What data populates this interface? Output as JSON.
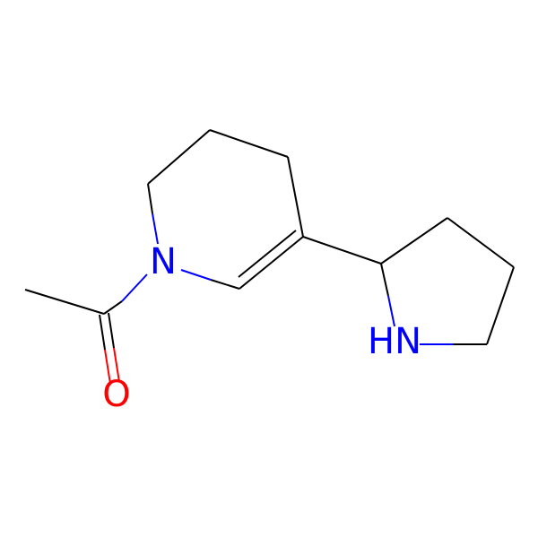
{
  "colors": {
    "background": "#FFFFFF",
    "bond": "#000000",
    "nitrogen": "#0000FF",
    "oxygen": "#FF0000"
  },
  "atoms": {
    "n1": "N",
    "nh": "HN",
    "o": "O"
  }
}
